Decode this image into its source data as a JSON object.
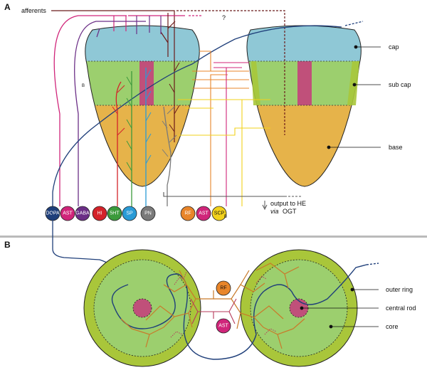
{
  "panels": {
    "a": "A",
    "b": "B"
  },
  "top": {
    "afferents": "afferents",
    "question": "?",
    "b_mark": "B",
    "right_labels": {
      "cap": "cap",
      "subcap": "sub cap",
      "base": "base"
    },
    "output_line1": "output to HE",
    "output_via": "via",
    "output_ogt": "OGT"
  },
  "neurons": [
    {
      "id": "dopa",
      "label": "DOPA",
      "color": "#1f3f7a"
    },
    {
      "id": "ast",
      "label": "AST",
      "color": "#d0257a"
    },
    {
      "id": "gaba",
      "label": "GABA",
      "color": "#6b2e86"
    },
    {
      "id": "hi",
      "label": "HI",
      "color": "#d4232a"
    },
    {
      "id": "5ht",
      "label": "5HT",
      "color": "#3c9a3c"
    },
    {
      "id": "sp",
      "label": "SP",
      "color": "#2a9bd6"
    },
    {
      "id": "pn",
      "label": "PN",
      "color": "#7a7a7a"
    },
    {
      "id": "rf",
      "label": "RF",
      "color": "#e8852a"
    },
    {
      "id": "ast2",
      "label": "AST",
      "color": "#d0257a"
    },
    {
      "id": "scp",
      "label": "SCP",
      "sub": "B",
      "color": "#f2d21b"
    }
  ],
  "bottom": {
    "rf": "RF",
    "ast": "AST",
    "right_labels": {
      "outer": "outer ring",
      "rod": "central rod",
      "core": "core"
    }
  },
  "colors": {
    "cap": "#8fc8d6",
    "subcap": "#9ccf6e",
    "base": "#e6b34a",
    "rod": "#c0507a",
    "ring": "#a9c63a",
    "core": "#9ccf6e",
    "divider": "#bbbbbb"
  }
}
